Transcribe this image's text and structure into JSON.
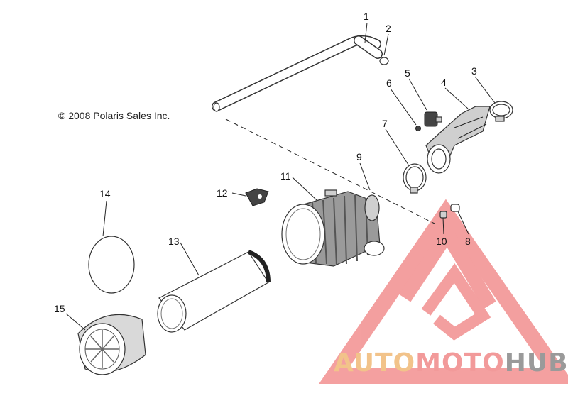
{
  "copyright": "© 2008 Polaris Sales Inc.",
  "callouts": [
    "1",
    "2",
    "3",
    "4",
    "5",
    "6",
    "7",
    "8",
    "9",
    "10",
    "11",
    "12",
    "13",
    "14",
    "15"
  ],
  "watermark": {
    "auto": "AUTO",
    "moto": "MOTO",
    "hub": "HUB",
    "colors": {
      "auto": "#f2c38a",
      "moto": "#f29a9a",
      "hub": "#9a9a9a",
      "logo": "#f28f8f"
    }
  }
}
